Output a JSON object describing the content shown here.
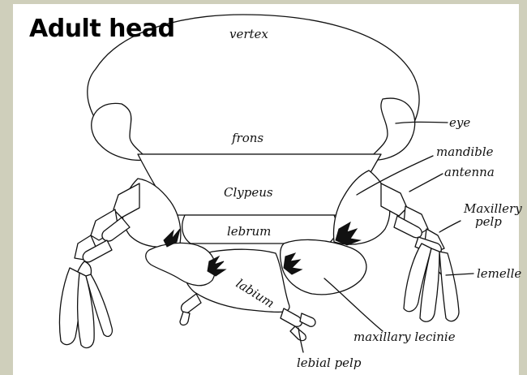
{
  "title": "Adult head",
  "labels": {
    "vertex": "vertex",
    "frons": "frons",
    "clypeus": "Clypeus",
    "labrum": "lebrum",
    "labium": "labium",
    "eye": "eye",
    "mandible": "mandible",
    "antenna": "antenna",
    "maxillary_palp_line1": "Maxillery",
    "maxillary_palp_line2": "pelp",
    "lamella": "lemelle",
    "maxillary_lacinia": "maxillary lecinie",
    "labial_palp": "lebial pelp"
  }
}
